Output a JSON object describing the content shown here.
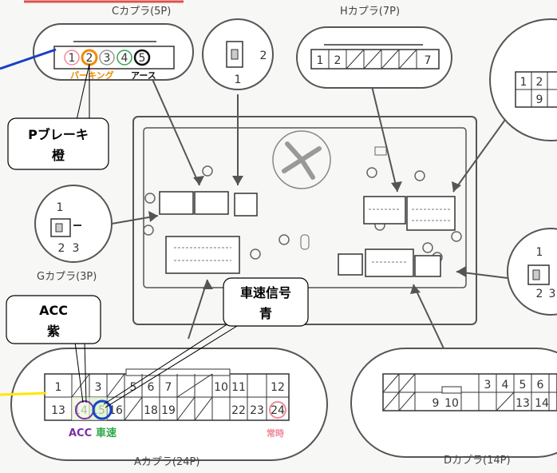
{
  "connectors": {
    "c": {
      "label": "Cカプラ(5P)",
      "pins": [
        "1",
        "2",
        "3",
        "4",
        "5"
      ],
      "note_parking": "パーキング",
      "note_ground": "アース"
    },
    "h": {
      "label": "Hカプラ(7P)",
      "pins": [
        "1",
        "2",
        "7"
      ]
    },
    "small_top": {
      "pins": [
        "2",
        "1"
      ]
    },
    "g": {
      "label": "Gカプラ(3P)",
      "pins": [
        "1",
        "2",
        "3"
      ]
    },
    "right_partial_top": {
      "pins": [
        "1",
        "2",
        "9"
      ]
    },
    "right_partial_mid": {
      "pins": [
        "1",
        "2",
        "3"
      ]
    },
    "a": {
      "label": "Aカプラ(24P)",
      "row1": [
        "1",
        "3",
        "5",
        "6",
        "7",
        "10",
        "11",
        "12"
      ],
      "row2": [
        "13",
        "14",
        "15",
        "16",
        "18",
        "19",
        "22",
        "23",
        "24"
      ],
      "note_acc": "ACC",
      "note_speed": "車速",
      "note_constant": "常時"
    },
    "d": {
      "label": "Dカプラ(14P)",
      "row1": [
        "3",
        "4",
        "5",
        "6"
      ],
      "row2": [
        "9",
        "10",
        "13",
        "14"
      ]
    }
  },
  "callouts": {
    "brake": {
      "line1": "Pブレーキ",
      "line2": "橙"
    },
    "acc": {
      "line1": "ACC",
      "line2": "紫"
    },
    "speed": {
      "line1": "車速信号",
      "line2": "青"
    }
  },
  "colors": {
    "wire_blue": "#1a3fc4",
    "wire_yellow": "#ffe600",
    "mark_orange": "#f08a00",
    "mark_purple": "#7b2fa5",
    "mark_blue": "#1746c7",
    "mark_green": "#2ea84a",
    "mark_pink": "#f08a9a"
  }
}
